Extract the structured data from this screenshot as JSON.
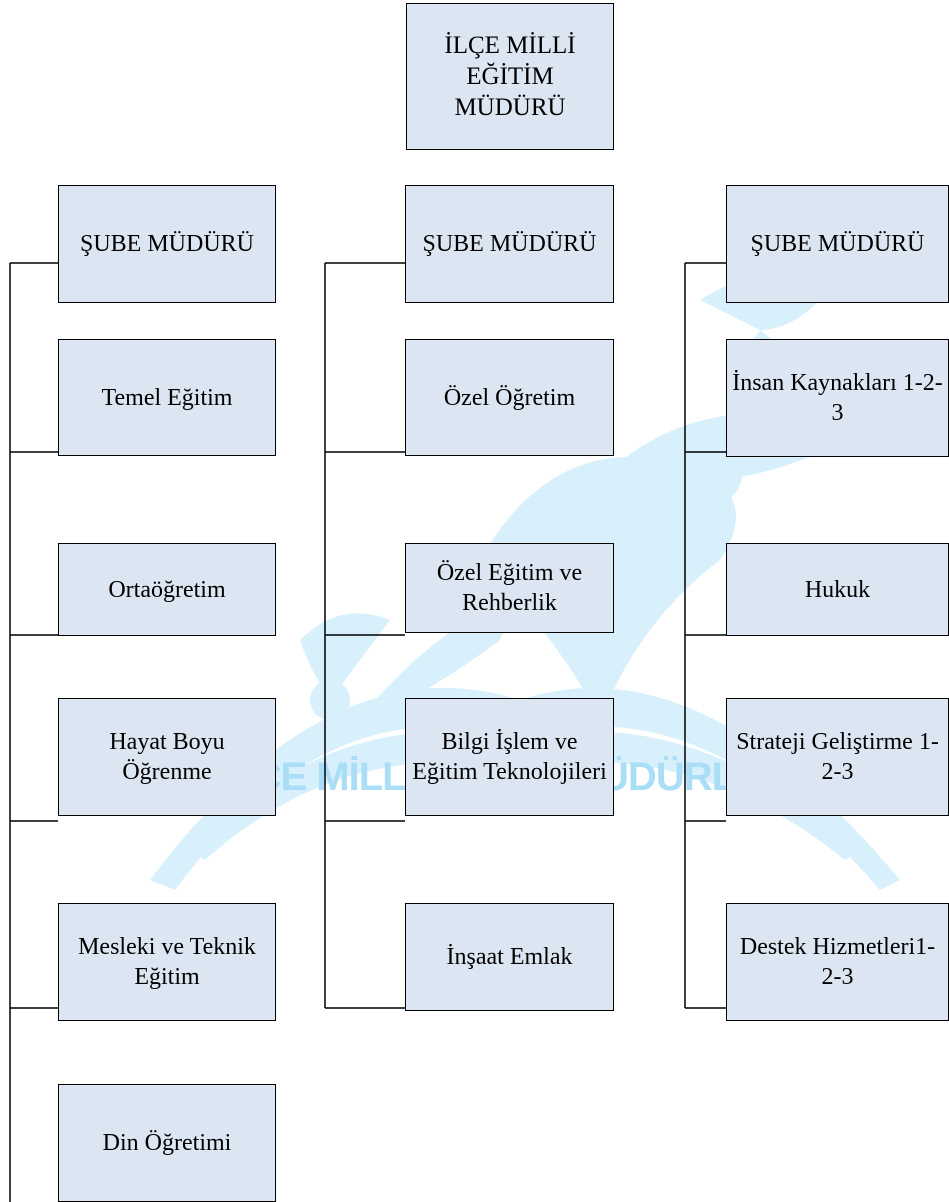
{
  "watermark": {
    "text": "İLÇE MİLLİ EĞİTİM MÜDÜRLÜĞÜ",
    "color": "#29b6ef"
  },
  "director": {
    "label": "İLÇE MİLLİ EĞİTİM MÜDÜRÜ"
  },
  "branches": [
    {
      "head": "ŞUBE MÜDÜRÜ",
      "units": [
        "Temel Eğitim",
        "Ortaöğretim",
        "Hayat Boyu Öğrenme",
        "Mesleki ve Teknik Eğitim",
        "Din Öğretimi"
      ]
    },
    {
      "head": "ŞUBE MÜDÜRÜ",
      "units": [
        "Özel Öğretim",
        "Özel Eğitim ve Rehberlik",
        "Bilgi İşlem ve Eğitim Teknolojileri",
        "İnşaat Emlak"
      ]
    },
    {
      "head": "ŞUBE MÜDÜRÜ",
      "units": [
        "İnsan Kaynakları 1-2-3",
        "Hukuk",
        "Strateji Geliştirme 1-2-3",
        "Destek Hizmetleri1-2-3"
      ]
    }
  ]
}
